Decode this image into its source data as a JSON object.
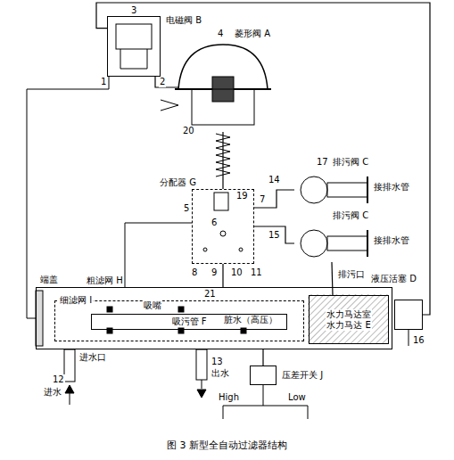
{
  "diagram": {
    "caption": "图 3 新型全自动过滤器结构",
    "nodes": [
      {
        "text": [
          "电磁阀 B"
        ]
      },
      {
        "text": [
          "菱形阀 A"
        ]
      },
      {
        "text": [
          "分配器 G"
        ]
      },
      {
        "text": [
          "排污阀 C"
        ]
      },
      {
        "text": [
          "排污阀 C"
        ]
      },
      {
        "text": [
          "粗滤网 H"
        ]
      },
      {
        "text": [
          "细滤网 I"
        ],
        "in": 5
      },
      {
        "text": [
          "吸污管 F"
        ],
        "in": 6
      },
      {
        "text": [
          "水力马达室",
          "水力马达 E"
        ],
        "in": 5
      },
      {
        "text": [
          "液压活塞 D"
        ]
      },
      {
        "text": [
          "压差开关 J"
        ]
      }
    ],
    "edges": [
      {
        "from": 0,
        "to": 1,
        "arrow": "none"
      },
      {
        "from": 1,
        "to": 2,
        "arrow": "none"
      },
      {
        "from": 2,
        "to": 3,
        "arrow": "none"
      },
      {
        "from": 2,
        "to": 4,
        "arrow": "none"
      },
      {
        "from": 2,
        "to": 5,
        "arrow": "none"
      },
      {
        "from": 0,
        "to": 9,
        "arrow": "none"
      },
      {
        "from": 5,
        "to": 10,
        "arrow": "none"
      },
      {
        "from": 8,
        "to": 4,
        "arrow": "none"
      }
    ],
    "labels": [
      "3",
      "1",
      "2",
      "4",
      "20",
      "19",
      "6",
      "5",
      "7",
      "14",
      "17",
      "接排水管",
      "15",
      "接排水管",
      "8",
      "9",
      "10",
      "11",
      "排污口",
      "端盖",
      "21",
      "吸嘴",
      "脏水（高压）",
      "16",
      "进水口",
      "12",
      "进水",
      "13",
      "出水",
      "High",
      "Low"
    ]
  }
}
